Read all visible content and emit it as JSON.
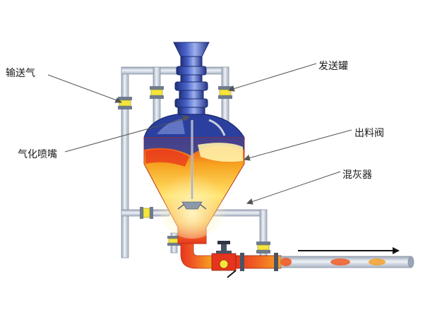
{
  "labels": {
    "conveying_air": "输送气",
    "nozzle": "气化喷嘴",
    "tank": "发送罐",
    "discharge_valve": "出料阀",
    "mixer": "混灰器"
  },
  "colors": {
    "pipe": "#cfd6e2",
    "pipe_edge": "#8c97a8",
    "tank_blue": "#2a3f9e",
    "material_red": "#e8341c",
    "material_orange": "#f59a1e",
    "material_yellow": "#ffe066",
    "fitting_yellow": "#f6e53c",
    "leader_line": "#555555",
    "flow_arrow": "#111111"
  },
  "icons": {
    "flow_direction": "arrow-right-icon"
  }
}
